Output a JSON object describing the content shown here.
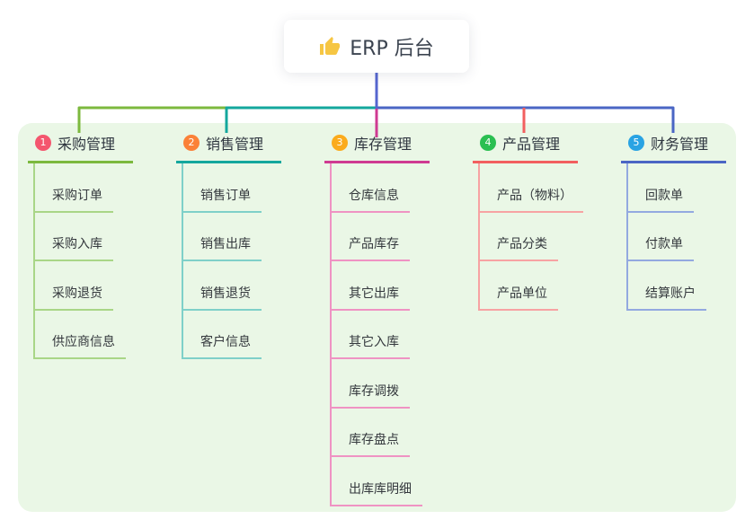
{
  "root": {
    "label": "ERP 后台",
    "icon": "thumbs-up-icon",
    "icon_color": "#f6c643"
  },
  "connectors": {
    "root_line_color": "#5566cf"
  },
  "panel_color": "#eaf7e6",
  "branches": [
    {
      "index": "1",
      "label": "采购管理",
      "badge_color": "#f4566e",
      "line_color": "#7cb93e",
      "light_color": "#a9d687",
      "items": [
        "采购订单",
        "采购入库",
        "采购退货",
        "供应商信息"
      ]
    },
    {
      "index": "2",
      "label": "销售管理",
      "badge_color": "#fb8138",
      "line_color": "#14a79d",
      "light_color": "#7fd0c9",
      "items": [
        "销售订单",
        "销售出库",
        "销售退货",
        "客户信息"
      ]
    },
    {
      "index": "3",
      "label": "库存管理",
      "badge_color": "#fbab1c",
      "line_color": "#cf3a92",
      "light_color": "#ef93c3",
      "items": [
        "仓库信息",
        "产品库存",
        "其它出库",
        "其它入库",
        "库存调拨",
        "库存盘点",
        "出库库明细"
      ]
    },
    {
      "index": "4",
      "label": "产品管理",
      "badge_color": "#2abf51",
      "line_color": "#f25f5f",
      "light_color": "#f7a3a3",
      "items": [
        "产品（物料）",
        "产品分类",
        "产品单位"
      ]
    },
    {
      "index": "5",
      "label": "财务管理",
      "badge_color": "#29a3e3",
      "line_color": "#4a66c4",
      "light_color": "#93a9e0",
      "items": [
        "回款单",
        "付款单",
        "结算账户"
      ]
    }
  ]
}
